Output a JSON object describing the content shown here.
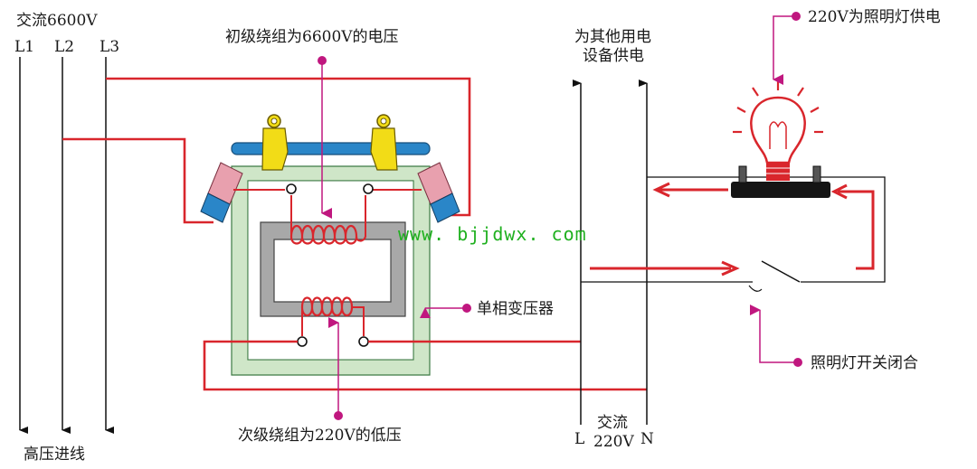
{
  "labels": {
    "hv_title": "交流6600V",
    "l1": "L1",
    "l2": "L2",
    "l3": "L3",
    "hv_incoming": "高压进线",
    "primary": "初级绕组为6600V的电压",
    "secondary": "次级绕组为220V的低压",
    "transformer": "单相变压器",
    "supply_other_line1": "为其他用电",
    "supply_other_line2": "设备供电",
    "lamp_supply": "220V为照明灯供电",
    "switch_closed": "照明灯开关闭合",
    "ac": "交流",
    "ac_voltage": "220V",
    "terminal_l": "L",
    "terminal_n": "N",
    "watermark": "www. bjjdwx. com"
  },
  "colors": {
    "wire_red": "#d9262c",
    "annotation_magenta": "#c0177f",
    "core_gray": "#a8a8a8",
    "frame_green": "#cfe6c8",
    "top_bar_blue": "#2a86c8",
    "clamp_yellow": "#f2dc17",
    "insulator_pink": "#e8a0ae",
    "watermark_green": "#1fb01f"
  }
}
